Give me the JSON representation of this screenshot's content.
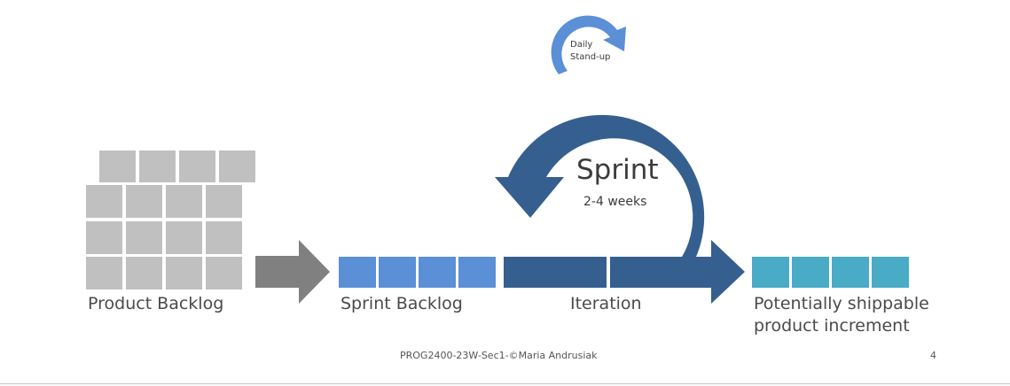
{
  "diagram": {
    "labels": {
      "product_backlog": "Product Backlog",
      "sprint_backlog": "Sprint Backlog",
      "iteration": "Iteration",
      "increment_line1": "Potentially shippable",
      "increment_line2": "product increment",
      "sprint": "Sprint",
      "sprint_duration": "2-4 weeks",
      "standup_line1": "Daily",
      "standup_line2": "Stand-up"
    },
    "colors": {
      "backlog_block": "#c0c0c0",
      "gray_arrow": "#808080",
      "sprint_backlog_block": "#5b8fd6",
      "sprint_cycle": "#355f8f",
      "standup_arrow": "#5b8fd6",
      "increment_block": "#4aabc6"
    }
  },
  "footer": {
    "text": "PROG2400-23W-Sec1-©Maria Andrusiak",
    "page_number": "4"
  }
}
